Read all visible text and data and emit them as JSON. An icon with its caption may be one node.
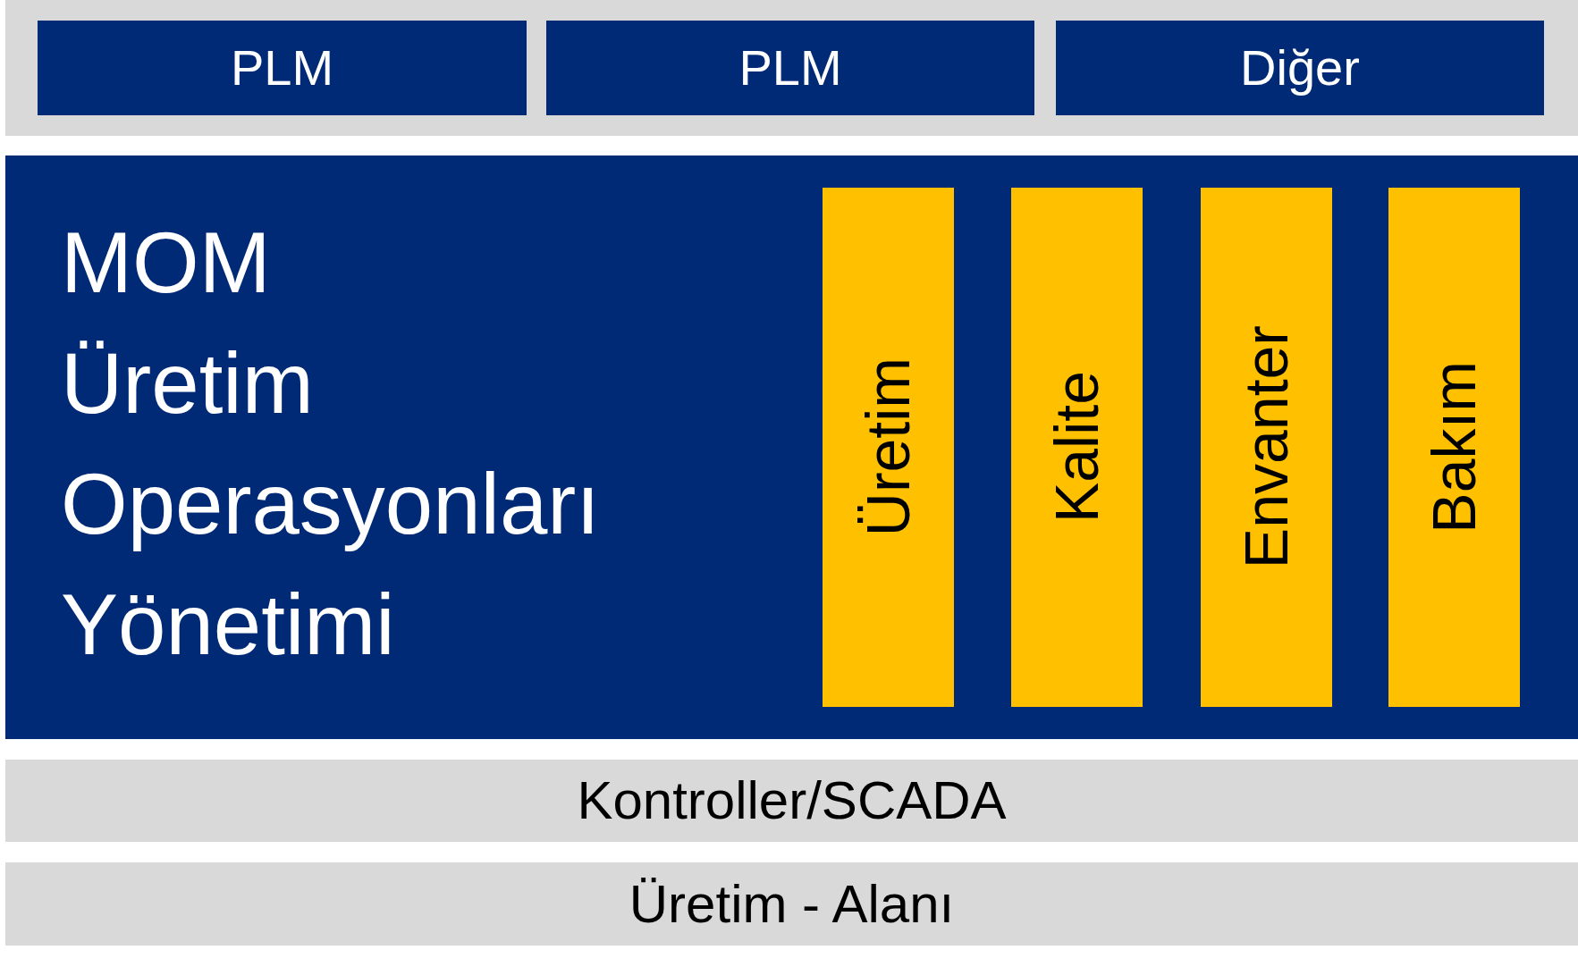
{
  "diagram": {
    "nodes": [
      {
        "text": [],
        "shape": "bar"
      },
      {
        "text": [
          "PLM"
        ],
        "in": 0
      },
      {
        "text": [
          "PLM"
        ],
        "in": 0
      },
      {
        "text": [
          "Diğer"
        ],
        "in": 0
      },
      {
        "text": [
          "MOM",
          "Üretim Operasyonları Yönetimi"
        ]
      },
      {
        "text": [
          "Üretim"
        ],
        "in": 4
      },
      {
        "text": [
          "Kalite"
        ],
        "in": 4
      },
      {
        "text": [
          "Envanter"
        ],
        "in": 4
      },
      {
        "text": [
          "Bakım"
        ],
        "in": 4
      },
      {
        "text": [
          "Kontroller/SCADA"
        ]
      },
      {
        "text": [
          "Üretim - Alanı"
        ]
      }
    ],
    "edges": []
  }
}
